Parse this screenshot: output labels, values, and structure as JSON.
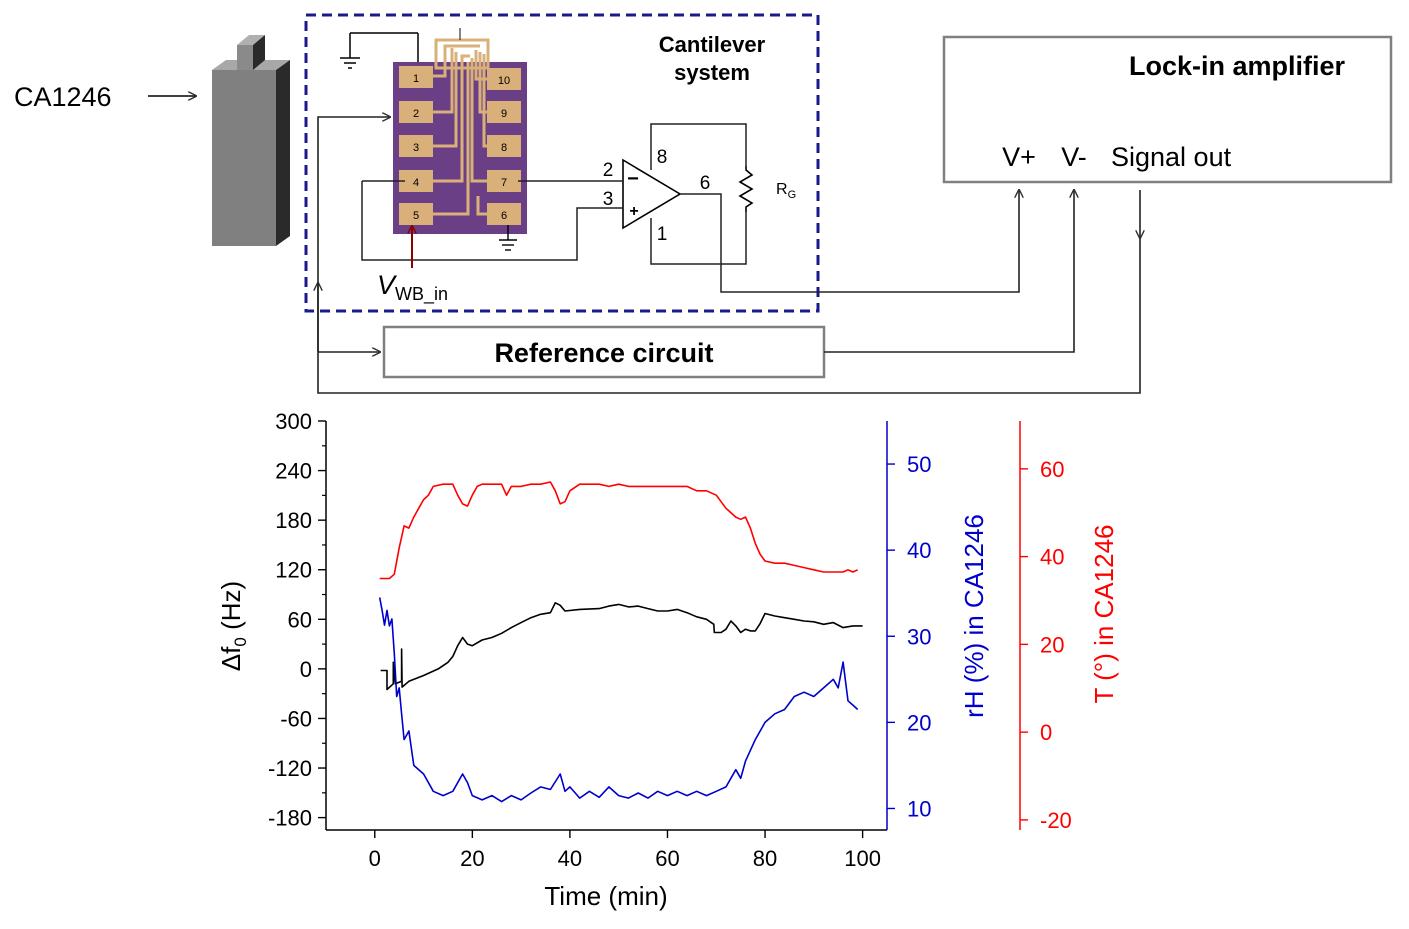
{
  "schematic": {
    "source_label": "CA1246",
    "cantilever_label_line1": "Cantilever",
    "cantilever_label_line2": "system",
    "lockin_title": "Lock-in amplifier",
    "vplus": "V+",
    "vminus": "V-",
    "signal_out": "Signal out",
    "reference_circuit": "Reference circuit",
    "chip_pads_left": [
      "1",
      "2",
      "3",
      "4",
      "5"
    ],
    "chip_pads_right": [
      "10",
      "9",
      "8",
      "7",
      "6"
    ],
    "opamp_pin2": "2",
    "opamp_pin3": "3",
    "opamp_pin8": "8",
    "opamp_pin6": "6",
    "opamp_pin1": "1",
    "opamp_minus": "−",
    "opamp_plus": "+",
    "rg_main": "R",
    "rg_sub": "G",
    "vwb_main": "V",
    "vwb_sub": "WB_in"
  },
  "colors": {
    "dashed_box": "#1a1a8c",
    "chip_purple": "#6b3f86",
    "pad_gold": "#d9b07a",
    "source_gray": "#808080",
    "series_black": "#000000",
    "series_blue": "#0000cc",
    "series_red": "#ff0000"
  },
  "chart_data": {
    "type": "line",
    "xlabel": "Time (min)",
    "ylabel_main": "Δf",
    "ylabel_sub": "0",
    "ylabel_unit": " (Hz)",
    "ylabel_right1": "rH (%) in CA1246",
    "ylabel_right2": "T (°) in CA1246",
    "xlim": [
      -10,
      105
    ],
    "xticks": [
      0,
      20,
      40,
      60,
      80,
      100
    ],
    "ylim_left": [
      -195,
      300
    ],
    "yticks_left": [
      300,
      240,
      180,
      120,
      60,
      0,
      -60,
      -120,
      -180
    ],
    "ylim_right1": [
      7.5,
      55
    ],
    "yticks_right1": [
      50,
      40,
      30,
      20,
      10
    ],
    "ylim_right2": [
      -22.3,
      70.9
    ],
    "yticks_right2": [
      60,
      40,
      20,
      0,
      -20
    ],
    "series": [
      {
        "axis": "left",
        "color": "#000000",
        "points": [
          [
            1.2,
            -2
          ],
          [
            2.5,
            -2
          ],
          [
            2.5,
            -25
          ],
          [
            3.8,
            -18
          ],
          [
            3.8,
            8
          ],
          [
            4.2,
            -18
          ],
          [
            5.5,
            -15
          ],
          [
            5.5,
            24
          ],
          [
            5.6,
            -22
          ],
          [
            7,
            -15
          ],
          [
            10,
            -8
          ],
          [
            13,
            0
          ],
          [
            15,
            8
          ],
          [
            16,
            15
          ],
          [
            17,
            28
          ],
          [
            18,
            38
          ],
          [
            19,
            30
          ],
          [
            20,
            28
          ],
          [
            22,
            35
          ],
          [
            24,
            38
          ],
          [
            26,
            43
          ],
          [
            28,
            50
          ],
          [
            30,
            56
          ],
          [
            32,
            62
          ],
          [
            34,
            66
          ],
          [
            36,
            68
          ],
          [
            37,
            80
          ],
          [
            38,
            77
          ],
          [
            39,
            70
          ],
          [
            42,
            72
          ],
          [
            46,
            73
          ],
          [
            48,
            76
          ],
          [
            50,
            78
          ],
          [
            52,
            75
          ],
          [
            54,
            76
          ],
          [
            56,
            73
          ],
          [
            58,
            70
          ],
          [
            60,
            70
          ],
          [
            62,
            72
          ],
          [
            64,
            68
          ],
          [
            66,
            63
          ],
          [
            68,
            60
          ],
          [
            69.5,
            54
          ],
          [
            69.6,
            44
          ],
          [
            71,
            44
          ],
          [
            72,
            48
          ],
          [
            73,
            58
          ],
          [
            74,
            52
          ],
          [
            75,
            44
          ],
          [
            76,
            48
          ],
          [
            77,
            46
          ],
          [
            78,
            46
          ],
          [
            79,
            55
          ],
          [
            80,
            67
          ],
          [
            82,
            64
          ],
          [
            84,
            62
          ],
          [
            86,
            60
          ],
          [
            88,
            58
          ],
          [
            90,
            57
          ],
          [
            92,
            54
          ],
          [
            94,
            56
          ],
          [
            96,
            50
          ],
          [
            98,
            52
          ],
          [
            100,
            52
          ]
        ]
      },
      {
        "axis": "right1",
        "color": "#0000cc",
        "points": [
          [
            1,
            34.5
          ],
          [
            1.5,
            33
          ],
          [
            2,
            31.3
          ],
          [
            2.5,
            33
          ],
          [
            3,
            31.2
          ],
          [
            3.5,
            32
          ],
          [
            4,
            28
          ],
          [
            4.5,
            23
          ],
          [
            5,
            24
          ],
          [
            5.5,
            21
          ],
          [
            6,
            18
          ],
          [
            7,
            19
          ],
          [
            8,
            15
          ],
          [
            10,
            14
          ],
          [
            12,
            12
          ],
          [
            14,
            11.5
          ],
          [
            16,
            12
          ],
          [
            18,
            14
          ],
          [
            19,
            13
          ],
          [
            20,
            11.5
          ],
          [
            22,
            11
          ],
          [
            24,
            11.5
          ],
          [
            26,
            10.8
          ],
          [
            28,
            11.5
          ],
          [
            30,
            11
          ],
          [
            32,
            11.8
          ],
          [
            34,
            12.5
          ],
          [
            36,
            12.2
          ],
          [
            38,
            14
          ],
          [
            39,
            12
          ],
          [
            40,
            12.5
          ],
          [
            42,
            11.2
          ],
          [
            44,
            12
          ],
          [
            46,
            11.3
          ],
          [
            48,
            12.5
          ],
          [
            50,
            11.5
          ],
          [
            52,
            11.2
          ],
          [
            54,
            11.8
          ],
          [
            56,
            11.2
          ],
          [
            58,
            12
          ],
          [
            60,
            11.5
          ],
          [
            62,
            12
          ],
          [
            64,
            11.5
          ],
          [
            66,
            12
          ],
          [
            68,
            11.5
          ],
          [
            70,
            12
          ],
          [
            72,
            12.5
          ],
          [
            74,
            14.5
          ],
          [
            75,
            13.5
          ],
          [
            76,
            15.5
          ],
          [
            78,
            18
          ],
          [
            80,
            20
          ],
          [
            82,
            21
          ],
          [
            84,
            21.5
          ],
          [
            86,
            23
          ],
          [
            88,
            23.5
          ],
          [
            90,
            23
          ],
          [
            92,
            24
          ],
          [
            94,
            25
          ],
          [
            95,
            24
          ],
          [
            96,
            27
          ],
          [
            97,
            22.5
          ],
          [
            98,
            22
          ],
          [
            99,
            21.5
          ]
        ]
      },
      {
        "axis": "right2",
        "color": "#ff0000",
        "points": [
          [
            1,
            35
          ],
          [
            3,
            35
          ],
          [
            4,
            36
          ],
          [
            5,
            42
          ],
          [
            6,
            47
          ],
          [
            7,
            46.5
          ],
          [
            8,
            49
          ],
          [
            9,
            51
          ],
          [
            10,
            53
          ],
          [
            11,
            54
          ],
          [
            12,
            56
          ],
          [
            14,
            56.5
          ],
          [
            16,
            56.5
          ],
          [
            17,
            54
          ],
          [
            18,
            52
          ],
          [
            19,
            51.5
          ],
          [
            20,
            54
          ],
          [
            21,
            56
          ],
          [
            22,
            56.5
          ],
          [
            24,
            56.5
          ],
          [
            26,
            56.5
          ],
          [
            27,
            54
          ],
          [
            28,
            56
          ],
          [
            30,
            56
          ],
          [
            32,
            56.5
          ],
          [
            34,
            56.5
          ],
          [
            36,
            57
          ],
          [
            37,
            55
          ],
          [
            38,
            52
          ],
          [
            39,
            52.5
          ],
          [
            40,
            55
          ],
          [
            42,
            56.5
          ],
          [
            44,
            56.5
          ],
          [
            46,
            56.5
          ],
          [
            48,
            56
          ],
          [
            50,
            56.5
          ],
          [
            52,
            56
          ],
          [
            54,
            56
          ],
          [
            56,
            56
          ],
          [
            58,
            56
          ],
          [
            60,
            56
          ],
          [
            62,
            56
          ],
          [
            64,
            56
          ],
          [
            66,
            55
          ],
          [
            68,
            55
          ],
          [
            70,
            54
          ],
          [
            72,
            51
          ],
          [
            74,
            49
          ],
          [
            75,
            48.5
          ],
          [
            76,
            49
          ],
          [
            77,
            46.5
          ],
          [
            78,
            43
          ],
          [
            79,
            40.5
          ],
          [
            80,
            39
          ],
          [
            82,
            38.5
          ],
          [
            84,
            38.5
          ],
          [
            86,
            38
          ],
          [
            88,
            37.5
          ],
          [
            90,
            37
          ],
          [
            92,
            36.5
          ],
          [
            94,
            36.5
          ],
          [
            96,
            36.5
          ],
          [
            97,
            37
          ],
          [
            98,
            36.5
          ],
          [
            99,
            37
          ]
        ]
      }
    ]
  }
}
